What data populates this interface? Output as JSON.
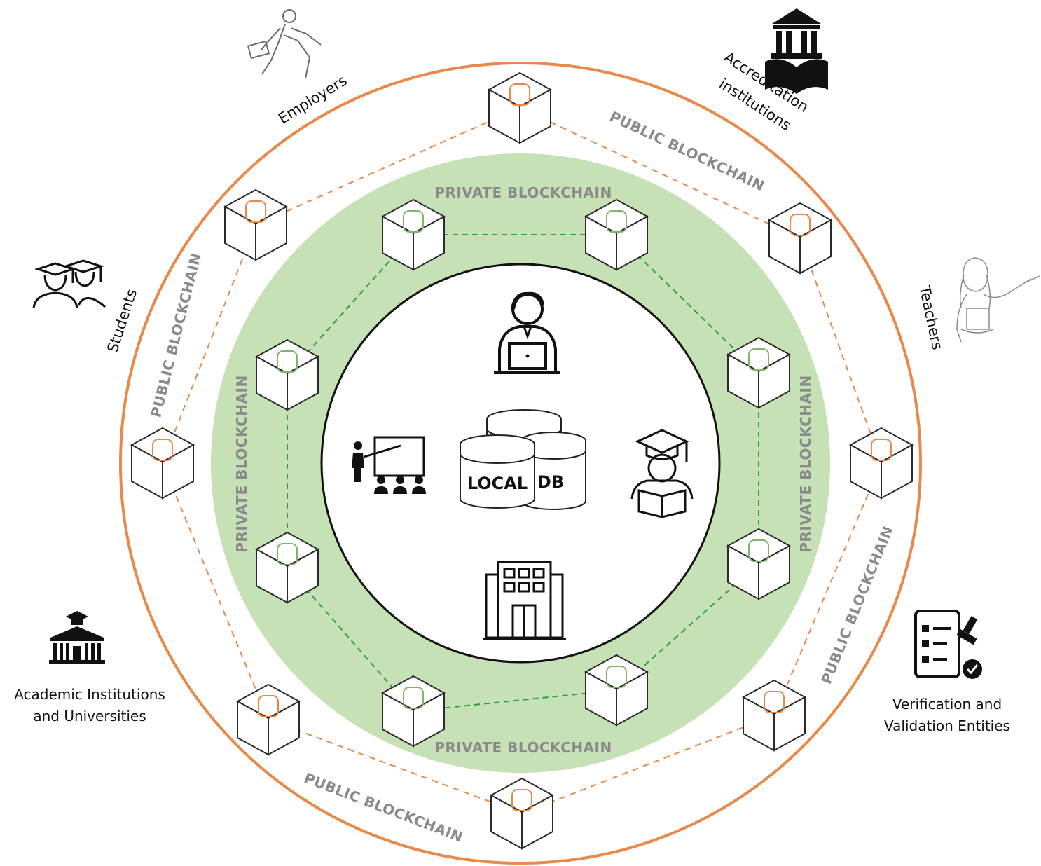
{
  "colors": {
    "public": "#e8894a",
    "private_fill": "#c6e1b5",
    "private_link": "#2e9e45",
    "node_stroke": "#2b2b2b",
    "node_public_accent": "#e8894a",
    "node_private_accent": "#7fb66a"
  },
  "central": {
    "db_label_left": "LOCAL",
    "db_label_right": "DB",
    "icons": [
      "admin-laptop-icon",
      "teacher-class-icon",
      "graduate-reading-icon",
      "building-icon"
    ]
  },
  "labels": {
    "private": [
      "PRIVATE BLOCKCHAIN",
      "PRIVATE BLOCKCHAIN",
      "PRIVATE BLOCKCHAIN",
      "PRIVATE BLOCKCHAIN"
    ],
    "public": [
      "PUBLIC BLOCKCHAIN",
      "PUBLIC BLOCKCHAIN",
      "PUBLIC BLOCKCHAIN",
      "PUBLIC BLOCKCHAIN"
    ]
  },
  "stakeholders": {
    "employers": "Employers",
    "accreditation_line1": "Accreditation",
    "accreditation_line2": "institutions",
    "teachers": "Teachers",
    "students": "Students",
    "academic_line1": "Academic Institutions",
    "academic_line2": "and Universities",
    "verification_line1": "Verification and",
    "verification_line2": "Validation Entities"
  }
}
